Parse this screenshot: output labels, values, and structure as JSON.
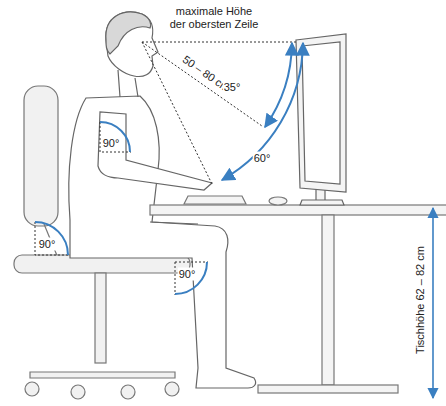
{
  "diagram": {
    "labels": [
      "maximale Höhe der obersten Zeile",
      "50 – 80 cm",
      "35°",
      "60°",
      "90°",
      "90°",
      "90°",
      "Tischhöhe 62 – 82 cm"
    ]
  }
}
